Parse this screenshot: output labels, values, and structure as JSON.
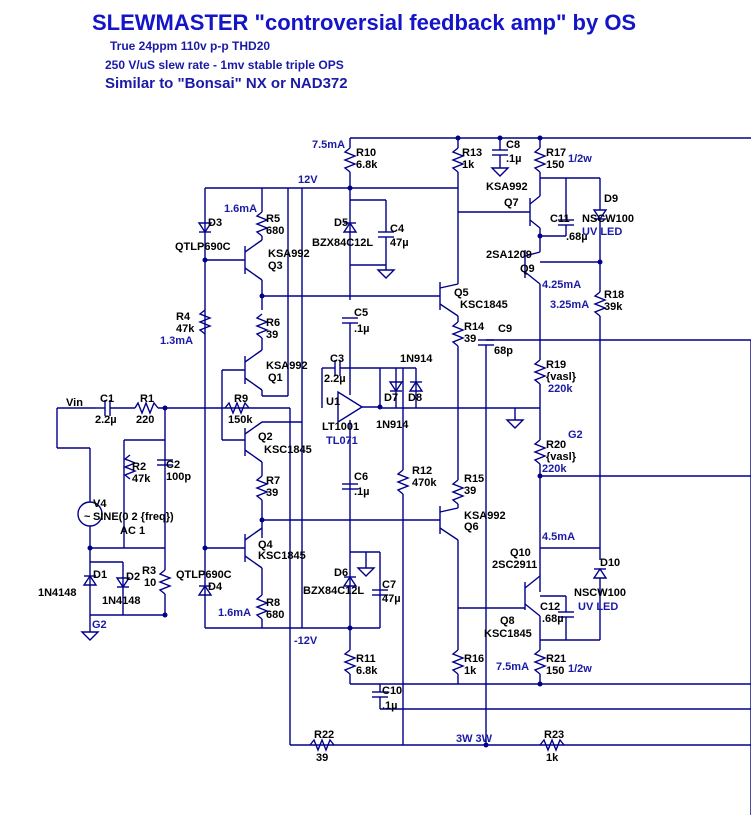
{
  "title": "SLEWMASTER \"controversial feedback amp\" by OS",
  "subtitle1": "True 24ppm 110v p-p THD20",
  "subtitle2": "250 V/uS slew rate - 1mv stable triple OPS",
  "subtitle3": "Similar to \"Bonsai\" NX or NAD372",
  "colors": {
    "wire": "#00008b",
    "title": "#1414c8",
    "annotation": "#1a1aa6"
  },
  "labels": {
    "vin": "Vin",
    "c1": "C1",
    "c1v": "2.2µ",
    "r1": "R1",
    "r1v": "220",
    "r2": "R2",
    "r2v": "47k",
    "c2": "C2",
    "c2v": "100p",
    "v4": "V4",
    "v4v": "SINE(0 2 {freq})",
    "v4ac": "AC 1",
    "d1": "D1",
    "d1v": "1N4148",
    "d2": "D2",
    "d2v": "1N4148",
    "r3": "R3",
    "r3v": "10",
    "g2a": "G2",
    "d3": "D3",
    "d3v": "QTLP690C",
    "d4": "D4",
    "d4v": "QTLP690C",
    "r4": "R4",
    "r4v": "47k",
    "i13": "1.3mA",
    "i16a": "1.6mA",
    "i16b": "1.6mA",
    "r5": "R5",
    "r5v": "680",
    "q3": "Q3",
    "q3v": "KSA992",
    "r6": "R6",
    "r6v": "39",
    "q1": "Q1",
    "q1v": "KSA992",
    "r9": "R9",
    "r9v": "150k",
    "q2": "Q2",
    "q2v": "KSC1845",
    "r7": "R7",
    "r7v": "39",
    "q4": "Q4",
    "q4v": "KSC1845",
    "r8": "R8",
    "r8v": "680",
    "v12p": "12V",
    "v12n": "-12V",
    "i75a": "7.5mA",
    "r10": "R10",
    "r10v": "6.8k",
    "d5": "D5",
    "d5v": "BZX84C12L",
    "c4": "C4",
    "c4v": "47µ",
    "c5": "C5",
    "c5v": ".1µ",
    "c3": "C3",
    "c3v": "2.2µ",
    "u1": "U1",
    "u1v": "LT1001",
    "u1v2": "TL071",
    "c6": "C6",
    "c6v": ".1µ",
    "d6": "D6",
    "d6v": "BZX84C12L",
    "c7": "C7",
    "c7v": "47µ",
    "r11": "R11",
    "r11v": "6.8k",
    "c10": "C10",
    "c10v": ".1µ",
    "n914a": "1N914",
    "n914b": "1N914",
    "d7": "D7",
    "d8": "D8",
    "r12": "R12",
    "r12v": "470k",
    "r13": "R13",
    "r13v": "1k",
    "c8": "C8",
    "c8v": ".1µ",
    "q5": "Q5",
    "q5v": "KSC1845",
    "r14": "R14",
    "r14v": "39",
    "r15": "R15",
    "r15v": "39",
    "q6": "Q6",
    "q6v": "KSA992",
    "r16": "R16",
    "r16v": "1k",
    "r17": "R17",
    "r17v": "150",
    "w12a": "1/2w",
    "q7": "Q7",
    "q7v": "KSA992",
    "c11": "C11",
    "c11v": ".68µ",
    "d9": "D9",
    "d9v": "NSCW100",
    "uv1": "UV LED",
    "q9": "Q9",
    "q9v": "2SA1209",
    "i425": "4.25mA",
    "i325": "3.25mA",
    "r18": "R18",
    "r18v": "39k",
    "c9": "C9",
    "c9v": "68p",
    "r19": "R19",
    "r19v": "{vasl}",
    "r19k": "220k",
    "g2b": "G2",
    "r20": "R20",
    "r20v": "{vasl}",
    "r20k": "220k",
    "i45": "4.5mA",
    "q10": "Q10",
    "q10v": "2SC2911",
    "d10": "D10",
    "d10v": "NSCW100",
    "uv2": "UV LED",
    "q8": "Q8",
    "q8v": "KSC1845",
    "c12": "C12",
    "c12v": ".68µ",
    "r21": "R21",
    "r21v": "150",
    "i75b": "7.5mA",
    "w12b": "1/2w",
    "w3": "3W 3W",
    "r22": "R22",
    "r22v": "39",
    "r23": "R23",
    "r23v": "1k"
  }
}
